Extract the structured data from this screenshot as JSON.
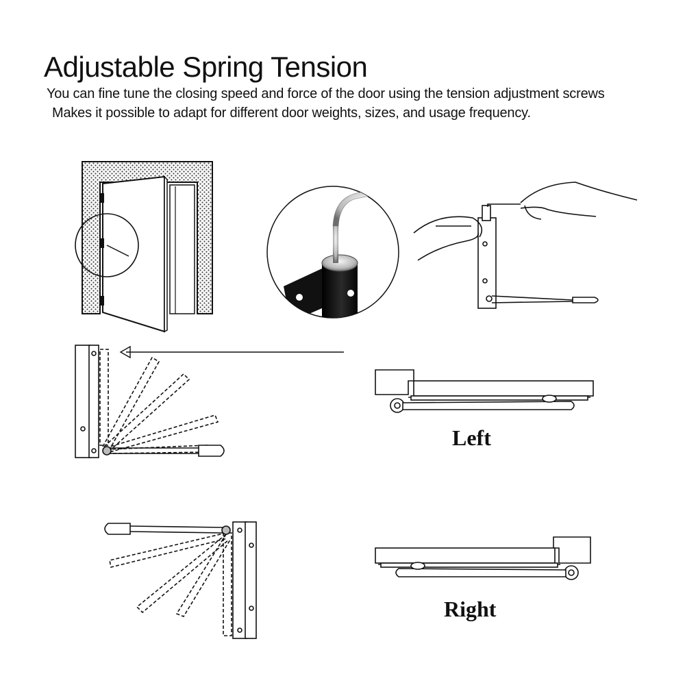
{
  "header": {
    "title": "Adjustable Spring Tension",
    "line1": "You can fine tune the closing speed and force of the door using the tension adjustment screws",
    "line2": "Makes it possible to adapt for different door weights, sizes, and usage frequency."
  },
  "labels": {
    "left": "Left",
    "right": "Right"
  },
  "colors": {
    "ink": "#111111",
    "hatch": "#555555",
    "steel_dark": "#1a1a1a",
    "background": "#ffffff"
  },
  "icons": [
    "door-frame-illustration",
    "allen-key-closeup",
    "hands-adjusting-hinge",
    "swing-range-left",
    "swing-range-right",
    "closer-side-view"
  ]
}
